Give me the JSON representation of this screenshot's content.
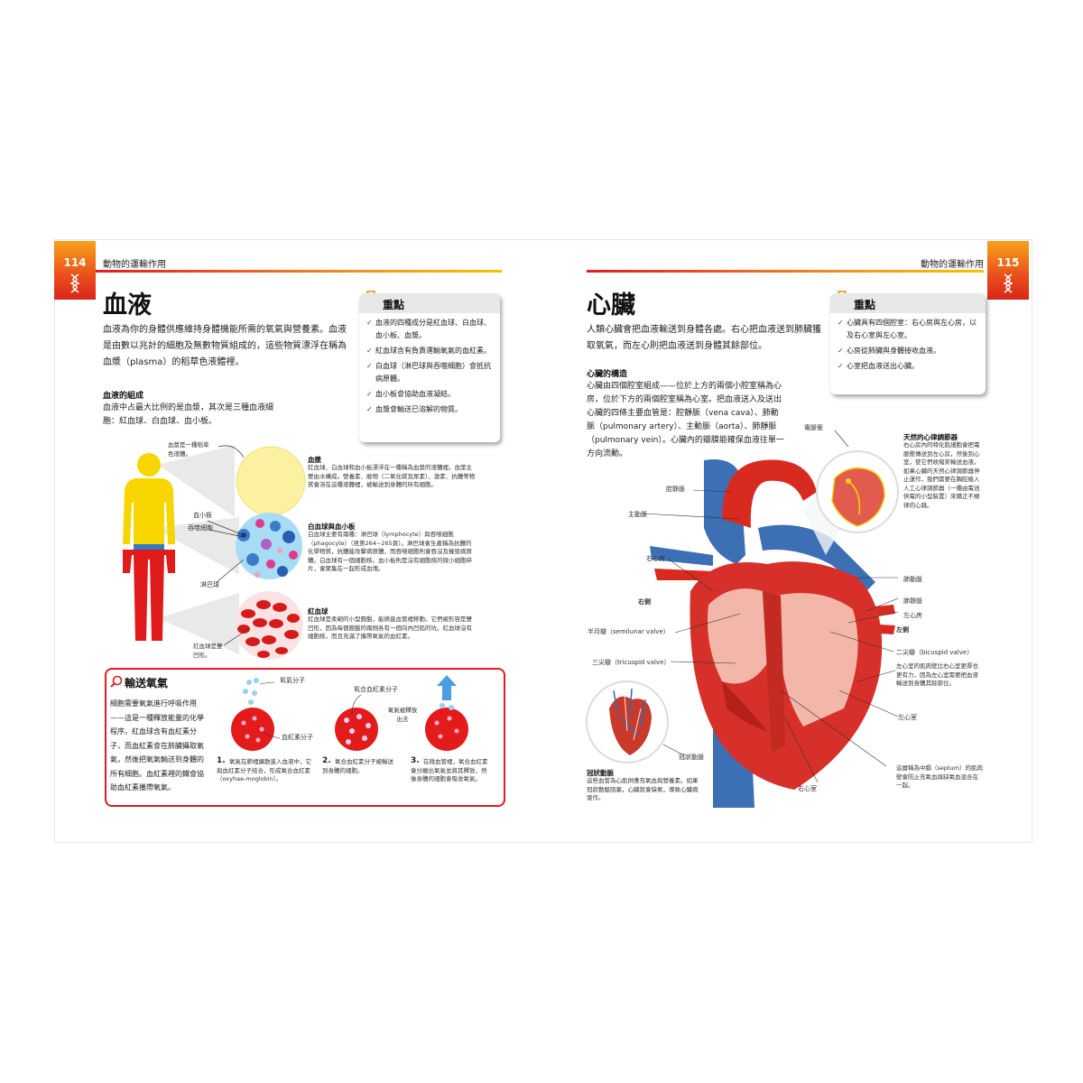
{
  "left_page": {
    "page_number": "114",
    "running_head": "動物的運輸作用",
    "title": "血液",
    "intro": "血液為你的身體供應維持身體機能所需的氧氣與營養素。血液是由數以兆計的細胞及無數物質組成的，這些物質漂浮在稱為血漿（plasma）的稻草色液體裡。",
    "key_box": {
      "heading": "重點",
      "points": [
        "血液的四種成分是紅血球、白血球、血小板、血漿。",
        "紅血球含有負責運輸氧氣的血紅素。",
        "白血球（淋巴球與吞噬細胞）會抵抗病原體。",
        "血小板會協助血液凝結。",
        "血漿會輸送已溶解的物質。"
      ]
    },
    "composition": {
      "heading": "血液的組成",
      "text": "血液中占最大比例的是血漿，其次是三種血液細胞：紅血球、白血球、血小板。"
    },
    "figure_labels": {
      "plasma_note": "血漿是一種稻草色液體。",
      "platelet": "血小板",
      "phagocyte": "吞噬細胞",
      "lymphocyte": "淋巴球",
      "rbc_shape": "紅血球是雙凹形。"
    },
    "captions": {
      "plasma_title": "血漿",
      "plasma_text": "紅血球、白血球和血小板漂浮在一種稱為血漿的液體裡。血漿主要由水構成。營養素、廢物（二氧化碳及尿素）、激素、抗體等物質會溶在這種液體裡，被輸送到身體的所有細胞。",
      "wbc_title": "白血球與血小板",
      "wbc_text": "白血球主要有兩種：淋巴球（lymphocyte）與吞噬細胞（phagocyte）（見第264~265頁）。淋巴球會生產稱為抗體的化學物質，抗體能攻擊病原體，而吞噬細胞則會吞沒及摧毀病原體。白血球有一個細胞核。血小板則是沒有細胞核的微小細胞碎片，會聚集在一起形成血塊。",
      "rbc_title": "紅血球",
      "rbc_text": "紅血球是柔韌的小型圓盤，能擠進血管裡移動。它們被形容是雙凹形，因為每個圓盤的兩側各有一個向內凹陷的坑。紅血球沒有細胞核，而且充滿了攜帶氧氣的血紅素。"
    },
    "oxygen_box": {
      "heading": "輸送氧氣",
      "text": "細胞需要氧氣進行呼吸作用——這是一種釋放能量的化學程序。紅血球含有血紅素分子，而血紅素會在肺臟攝取氧氣，然後把氧氣輸送到身體的所有細胞。血紅素裡的鐵會協助血紅素攜帶氧氣。",
      "label_oxygen": "氧氣分子",
      "label_hemoglobin": "血紅素分子",
      "label_oxyhemoglobin": "氧合血紅素分子",
      "label_released": "氧氣被釋放出去",
      "steps": [
        {
          "num": "1.",
          "text": "氧氣在肺裡擴散進入血液中，它與血紅素分子結合，形成氧合血紅素（oxyhae-moglobin）。"
        },
        {
          "num": "2.",
          "text": "氧合血紅素分子被輸送到身體的細胞。"
        },
        {
          "num": "3.",
          "text": "在微血管裡，氧合血紅素會分離出氧氣並將其釋放，然後身體的細胞會吸收氧氣。"
        }
      ]
    }
  },
  "right_page": {
    "page_number": "115",
    "running_head": "動物的運輸作用",
    "title": "心臟",
    "intro": "人類心臟會把血液輸送到身體各處。右心把血液送到肺臟獲取氧氣，而左心則把血液送到身體其餘部位。",
    "key_box": {
      "heading": "重點",
      "points": [
        "心臟具有四個腔室：右心房與左心房，以及右心室與左心室。",
        "心房從肺臟與身體接收血液。",
        "心室把血液送出心臟。"
      ]
    },
    "structure": {
      "heading": "心臟的構造",
      "text": "心臟由四個腔室組成——位於上方的兩個小腔室稱為心房，位於下方的兩個腔室稱為心室。把血液送入及送出心臟的四條主要血管是：腔靜脈（vena cava）、肺動脈（pulmonary artery）、主動脈（aorta）、肺靜脈（pulmonary vein）。心臟內的瓣膜能確保血液往單一方向流動。"
    },
    "pacemaker": {
      "label": "電脈衝",
      "title": "天然的心律調節器",
      "text": "右心房內的特化肌細胞會把電脈衝傳送到左心房，然後到心室，使它們收縮來輸送血液。如果心臟的天然心律調節器停止運作，我們需要在胸腔植入人工心律調節器（一種由電池供電的小型裝置）來矯正不規律的心跳。"
    },
    "labels": {
      "vena_cava": "腔靜脈",
      "aorta": "主動脈",
      "right_atrium": "右心房",
      "right_side": "右側",
      "semilunar": "半月瓣（semilunar valve）",
      "tricuspid": "三尖瓣（tricuspid valve）",
      "coronary_artery": "冠狀動脈",
      "right_ventricle": "右心室",
      "pulmonary_artery": "肺動脈",
      "pulmonary_vein": "肺靜脈",
      "left_atrium": "左心房",
      "left_side": "左側",
      "bicuspid": "二尖瓣（bicuspid valve）",
      "left_wall": "左心室的肌肉壁比右心室更厚也更有力，因為左心室需要把血液輸送到身體其餘部位。",
      "left_ventricle": "左心室",
      "septum": "這層稱為中膈（septum）的肌肉壁會防止充氧血與缺氧血混合在一起。"
    },
    "coronary": {
      "title": "冠狀動脈",
      "text": "這些血管為心肌供應充氧血與營養素。如果冠狀動脈阻塞，心臟就會缺氧，導致心臟病發作。"
    }
  }
}
